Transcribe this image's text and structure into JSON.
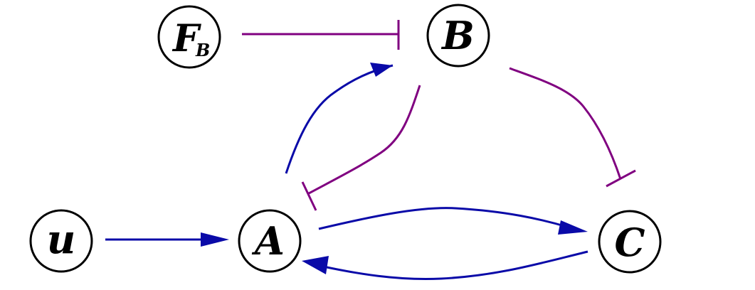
{
  "colors": {
    "activation": "#0a0aa8",
    "inhibition": "#800080",
    "node_stroke": "#000000",
    "background": "#ffffff"
  },
  "nodes": {
    "fb": {
      "label": "F",
      "subscript": "B"
    },
    "b": {
      "label": "B"
    },
    "u": {
      "label": "u"
    },
    "a": {
      "label": "A"
    },
    "c": {
      "label": "C"
    }
  },
  "edges": [
    {
      "from": "F_B",
      "to": "B",
      "type": "inhibition"
    },
    {
      "from": "A",
      "to": "B",
      "type": "activation"
    },
    {
      "from": "B",
      "to": "A",
      "type": "inhibition"
    },
    {
      "from": "B",
      "to": "C",
      "type": "inhibition"
    },
    {
      "from": "u",
      "to": "A",
      "type": "activation"
    },
    {
      "from": "A",
      "to": "C",
      "type": "activation"
    },
    {
      "from": "C",
      "to": "A",
      "type": "activation"
    }
  ]
}
